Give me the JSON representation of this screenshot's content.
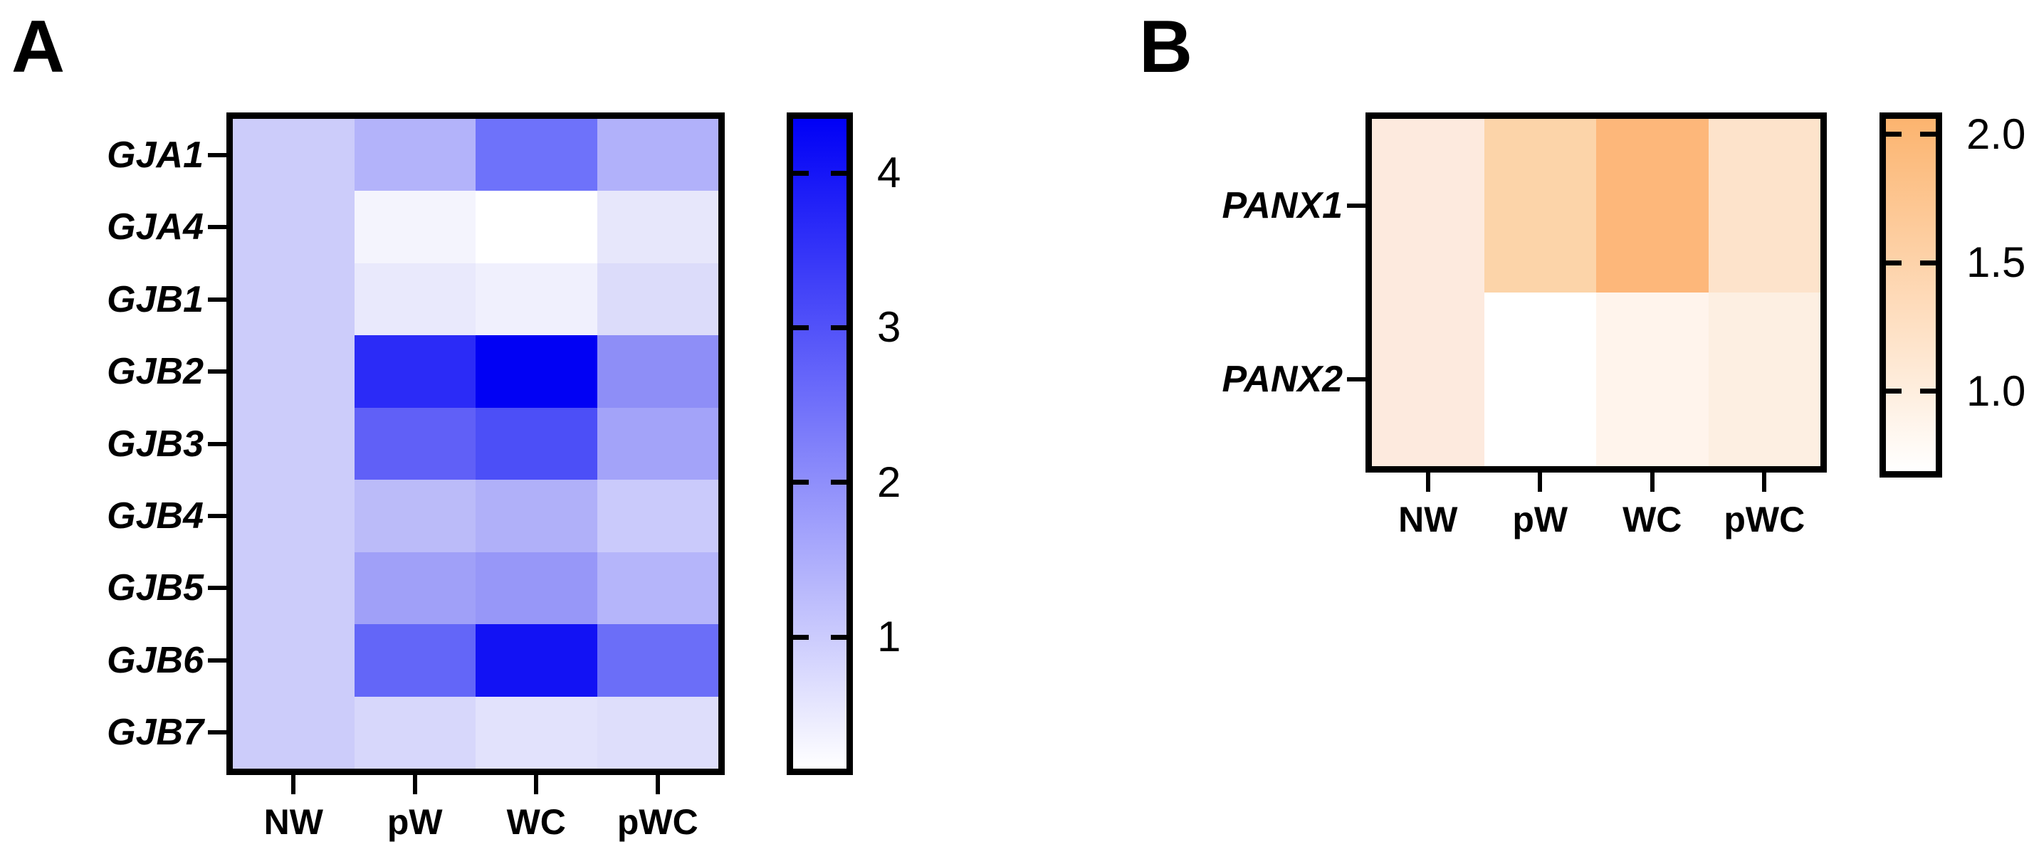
{
  "panels": [
    {
      "label": "A"
    },
    {
      "label": "B"
    }
  ],
  "chart_data": [
    {
      "type": "heatmap",
      "panel": "A",
      "title": "",
      "rows": [
        "GJA1",
        "GJA4",
        "GJB1",
        "GJB2",
        "GJB3",
        "GJB4",
        "GJB5",
        "GJB6",
        "GJB7"
      ],
      "columns": [
        "NW",
        "pW",
        "WC",
        "pWC"
      ],
      "values": [
        [
          1.0,
          1.4,
          2.55,
          1.45
        ],
        [
          1.0,
          0.35,
          0.15,
          0.55
        ],
        [
          1.0,
          0.5,
          0.4,
          0.75
        ],
        [
          1.0,
          3.65,
          4.35,
          2.0
        ],
        [
          1.0,
          2.75,
          3.1,
          1.65
        ],
        [
          1.0,
          1.25,
          1.45,
          1.0
        ],
        [
          1.0,
          1.7,
          1.85,
          1.4
        ],
        [
          1.0,
          2.7,
          4.05,
          2.6
        ],
        [
          1.0,
          0.8,
          0.65,
          0.7
        ]
      ],
      "cell_colors": [
        [
          "#ccccfa",
          "#b3b3fa",
          "#6e72fa",
          "#b1b1fa"
        ],
        [
          "#ccccfa",
          "#f4f4fd",
          "#ffffff",
          "#e7e7fb"
        ],
        [
          "#ccccfa",
          "#e9e9fc",
          "#f0f0fd",
          "#dcdcfa"
        ],
        [
          "#ccccfa",
          "#2b2bf7",
          "#0101f4",
          "#8e8ef7"
        ],
        [
          "#ccccfa",
          "#6060f7",
          "#4c4ff7",
          "#a3a3f9"
        ],
        [
          "#ccccfa",
          "#bbbbf9",
          "#b0b0f9",
          "#cacafb"
        ],
        [
          "#ccccfa",
          "#a0a0f8",
          "#9797f8",
          "#b5b5fa"
        ],
        [
          "#ccccfa",
          "#6366f8",
          "#1212f4",
          "#6b6ef8"
        ],
        [
          "#ccccfa",
          "#d7d7fb",
          "#e2e2fc",
          "#dedefb"
        ]
      ],
      "colorbar": {
        "min": 0.15,
        "max": 4.35,
        "ticks": [
          1,
          2,
          3,
          4
        ],
        "tick_labels": [
          "1",
          "2",
          "3",
          "4"
        ],
        "low_color": "#ffffff",
        "high_color": "#0000f6",
        "position": "right"
      },
      "grid": false,
      "legend_position": "right"
    },
    {
      "type": "heatmap",
      "panel": "B",
      "title": "",
      "rows": [
        "PANX1",
        "PANX2"
      ],
      "columns": [
        "NW",
        "pW",
        "WC",
        "pWC"
      ],
      "values": [
        [
          1.05,
          1.5,
          2.05,
          1.2
        ],
        [
          1.05,
          0.7,
          0.85,
          1.0
        ]
      ],
      "cell_colors": [
        [
          "#fdeade",
          "#fcd4a9",
          "#fdb77a",
          "#fde3cb"
        ],
        [
          "#fdeade",
          "#ffffff",
          "#fff4ec",
          "#fdefe2"
        ]
      ],
      "colorbar": {
        "min": 0.69,
        "max": 2.06,
        "ticks": [
          1.0,
          1.5,
          2.0
        ],
        "tick_labels": [
          "1.0",
          "1.5",
          "2.0"
        ],
        "low_color": "#ffffff",
        "high_color": "#fcb46f",
        "position": "right"
      },
      "grid": false,
      "legend_position": "right"
    }
  ]
}
